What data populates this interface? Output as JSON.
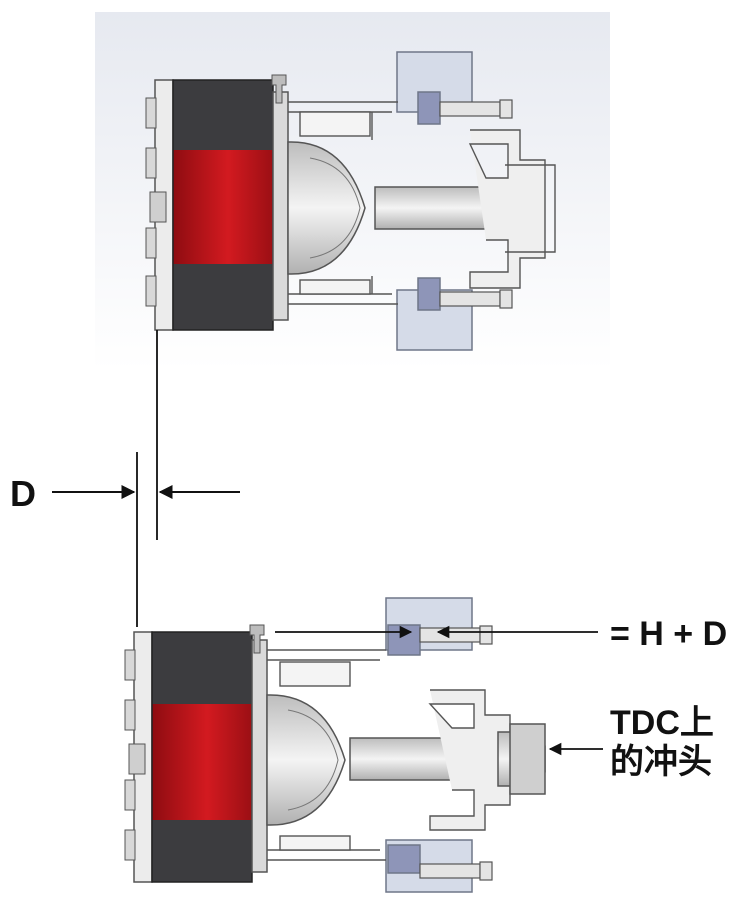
{
  "labels": {
    "d": "D",
    "h_plus_d": "= H + D",
    "ram_line1": "TDC上",
    "ram_line2": "的冲头"
  },
  "colors": {
    "bolster": "#d5dbe8",
    "bolster_stroke": "#6f7688",
    "cylinder_dark": "#3c3c3f",
    "cylinder_red": "#c6141b",
    "metal": "#dcdcdc",
    "metal_light": "#f1f1f1",
    "metal_dark": "#9a9a9a",
    "line": "#111111",
    "background_haze": "#eef0f5"
  },
  "icons": {
    "arrow": "arrowhead"
  }
}
